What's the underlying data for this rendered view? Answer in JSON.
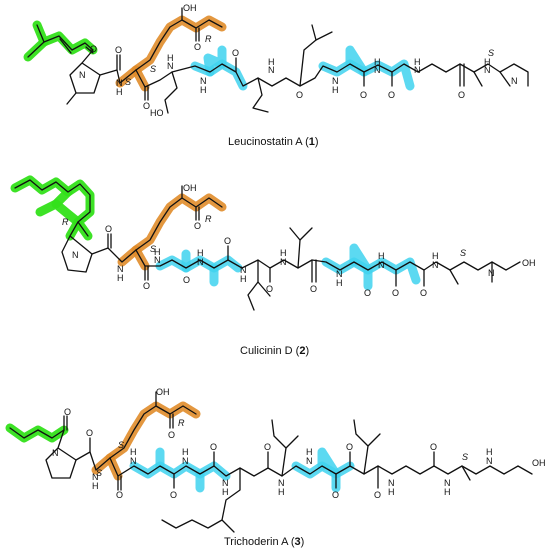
{
  "figure": {
    "compounds": [
      {
        "name": "Leucinostatin A",
        "number": "1",
        "stereo_labels": [
          "R",
          "S",
          "S",
          "S"
        ]
      },
      {
        "name": "Culicinin D",
        "number": "2",
        "stereo_labels": [
          "R",
          "S",
          "R",
          "S"
        ]
      },
      {
        "name": "Trichoderin A",
        "number": "3",
        "stereo_labels": [
          "R",
          "S",
          "S",
          "S"
        ]
      }
    ],
    "atoms": {
      "O": "O",
      "N": "N",
      "H": "H",
      "OH": "OH",
      "HO": "HO"
    },
    "highlight_colors": {
      "fatty_acid": "#33e01a",
      "hydroxy_keto_residue": "#e08c2a",
      "aib_residues": "#3fd2ef"
    }
  }
}
